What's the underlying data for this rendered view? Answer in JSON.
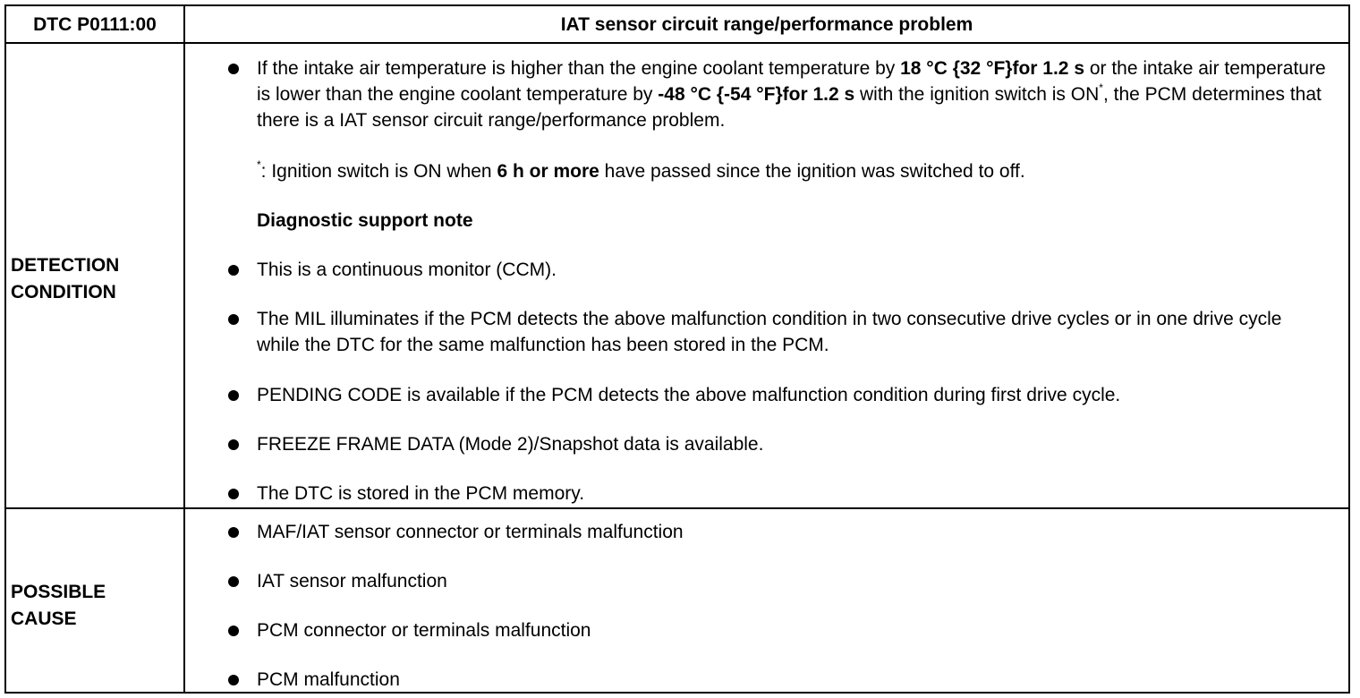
{
  "header": {
    "code": "DTC P0111:00",
    "title": "IAT sensor circuit range/performance problem"
  },
  "detection": {
    "label_line1": "DETECTION",
    "label_line2": "CONDITION",
    "item1": {
      "p1": "If the intake air temperature is higher than the engine coolant temperature by ",
      "b1": "18 °C {32 °F}for 1.2 s",
      "p2": " or the intake air temperature is lower than the engine coolant temperature by ",
      "b2": "-48 °C {-54 °F}for 1.2 s",
      "p3": " with the ignition switch is ON",
      "sup": "*",
      "p4": ", the PCM determines that there is a IAT sensor circuit range/performance problem."
    },
    "footnote": {
      "mark": "*",
      "p1": ": Ignition switch is ON when ",
      "b1": "6 h or more",
      "p2": " have passed since the ignition was switched to off."
    },
    "support_note_title": "Diagnostic support note",
    "notes": [
      "This is a continuous monitor (CCM).",
      "The MIL illuminates if the PCM detects the above malfunction condition in two consecutive drive cycles or in one drive cycle while the DTC for the same malfunction has been stored in the PCM.",
      "PENDING CODE is available if the PCM detects the above malfunction condition during first drive cycle.",
      "FREEZE FRAME DATA (Mode 2)/Snapshot data is available.",
      "The DTC is stored in the PCM memory."
    ]
  },
  "cause": {
    "label_line1": "POSSIBLE",
    "label_line2": "CAUSE",
    "items": [
      "MAF/IAT sensor connector or terminals malfunction",
      "IAT sensor malfunction",
      "PCM connector or terminals malfunction",
      "PCM malfunction"
    ]
  }
}
